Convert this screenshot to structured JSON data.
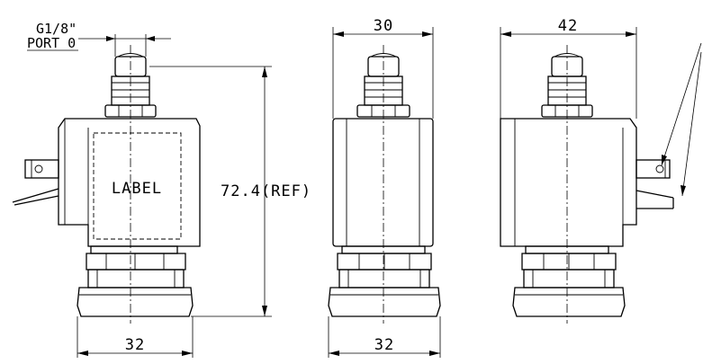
{
  "port_callout": {
    "line1": "G1/8\"",
    "line2": "PORT 0"
  },
  "body_label": "LABEL",
  "dimensions": {
    "height_ref": "72.4(REF)",
    "front_base_width": "32",
    "side_width_top": "30",
    "side_base_width": "32",
    "rear_width_top": "42"
  }
}
